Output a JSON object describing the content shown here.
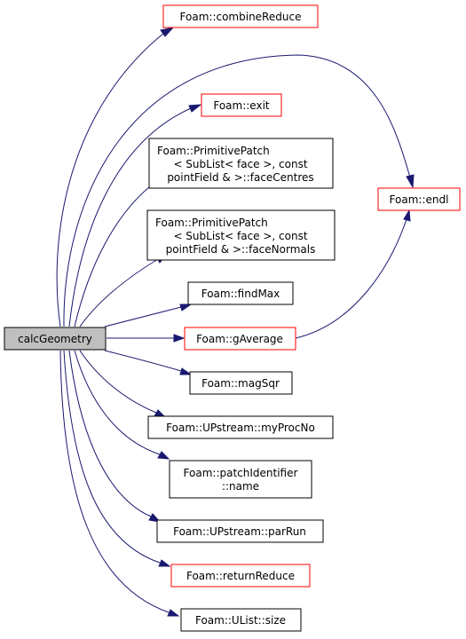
{
  "colors": {
    "edge": "#191970",
    "root_fill": "#bfbfbf",
    "border_default": "#000000",
    "border_truncated": "#ff0000"
  },
  "nodes": {
    "root": {
      "label": "calcGeometry"
    },
    "combineReduce": {
      "label": "Foam::combineReduce"
    },
    "exit": {
      "label": "Foam::exit"
    },
    "faceCentres": {
      "lines": [
        "Foam::PrimitivePatch",
        "< SubList< face >, const",
        "pointField & >::faceCentres"
      ]
    },
    "faceNormals": {
      "lines": [
        "Foam::PrimitivePatch",
        "< SubList< face >, const",
        "pointField & >::faceNormals"
      ]
    },
    "findMax": {
      "label": "Foam::findMax"
    },
    "gAverage": {
      "label": "Foam::gAverage"
    },
    "magSqr": {
      "label": "Foam::magSqr"
    },
    "myProcNo": {
      "label": "Foam::UPstream::myProcNo"
    },
    "patchName": {
      "lines": [
        "Foam::patchIdentifier",
        "::name"
      ]
    },
    "parRun": {
      "label": "Foam::UPstream::parRun"
    },
    "returnReduce": {
      "label": "Foam::returnReduce"
    },
    "size": {
      "label": "Foam::UList::size"
    },
    "endl": {
      "label": "Foam::endl"
    }
  }
}
